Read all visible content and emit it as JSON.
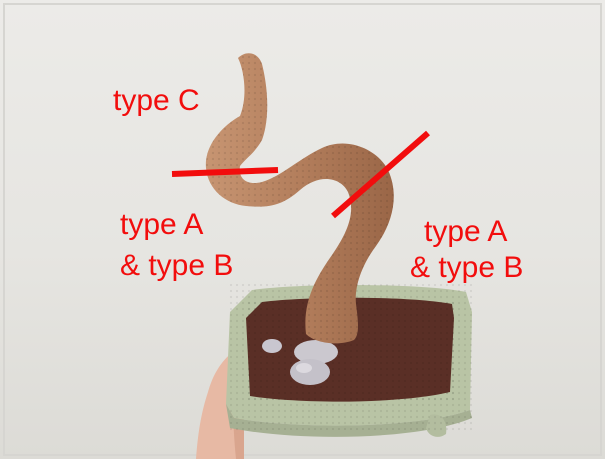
{
  "image": {
    "subject": "crochet-bonsai",
    "colors": {
      "background": "#e9e8e4",
      "trunk": "#b37e5c",
      "soil": "#5a2f26",
      "pot": "#b9c4a5",
      "stones": "#c8c5cc",
      "hand": "#e7b9a4",
      "marker": "#f20d0d"
    }
  },
  "labels": {
    "top": "type C",
    "left_line1": "type A",
    "left_line2": "& type B",
    "right_line1": "type A",
    "right_line2": "& type B"
  }
}
